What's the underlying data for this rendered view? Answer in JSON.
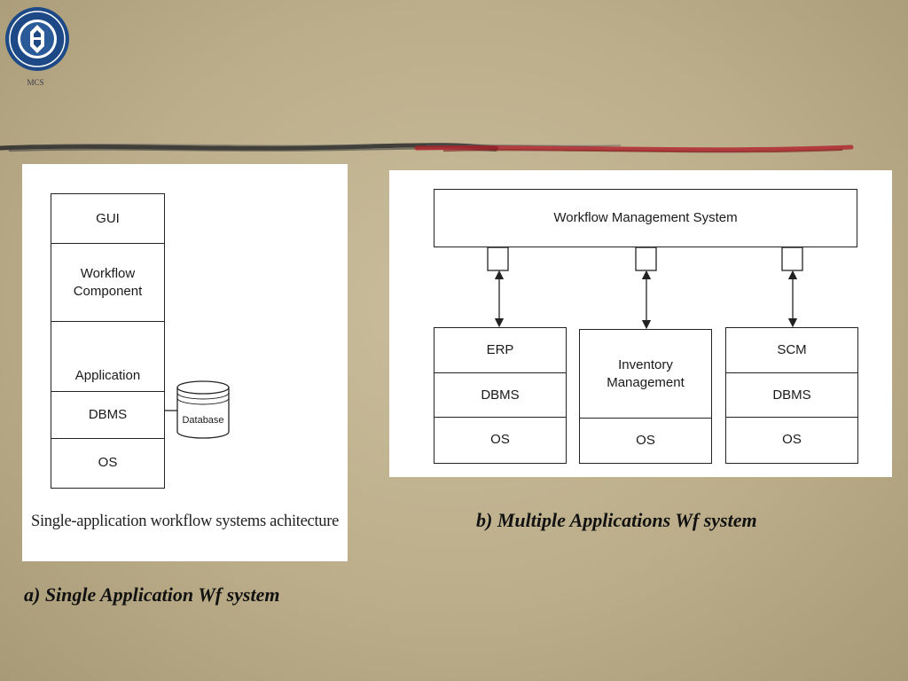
{
  "header": {
    "logo_caption": "MCS"
  },
  "panel_a": {
    "stack": [
      {
        "label": "GUI"
      },
      {
        "label": "Workflow\nComponent"
      },
      {
        "label": "Application"
      },
      {
        "label": "DBMS"
      },
      {
        "label": "OS"
      }
    ],
    "database_label": "Database",
    "caption": "Single-application workflow systems achitecture"
  },
  "panel_b": {
    "top_box": "Workflow Management System",
    "columns": [
      {
        "rows": [
          "ERP",
          "DBMS",
          "OS"
        ]
      },
      {
        "rows": [
          "Inventory\nManagement",
          "OS"
        ]
      },
      {
        "rows": [
          "SCM",
          "DBMS",
          "OS"
        ]
      }
    ]
  },
  "captions": {
    "a": "a) Single Application Wf system",
    "b": "b) Multiple Applications Wf system"
  },
  "colors": {
    "background": "#bcae8a",
    "divider_dark": "#2a2a2a",
    "divider_red": "#b0202a",
    "logo_blue": "#1d4a86"
  }
}
